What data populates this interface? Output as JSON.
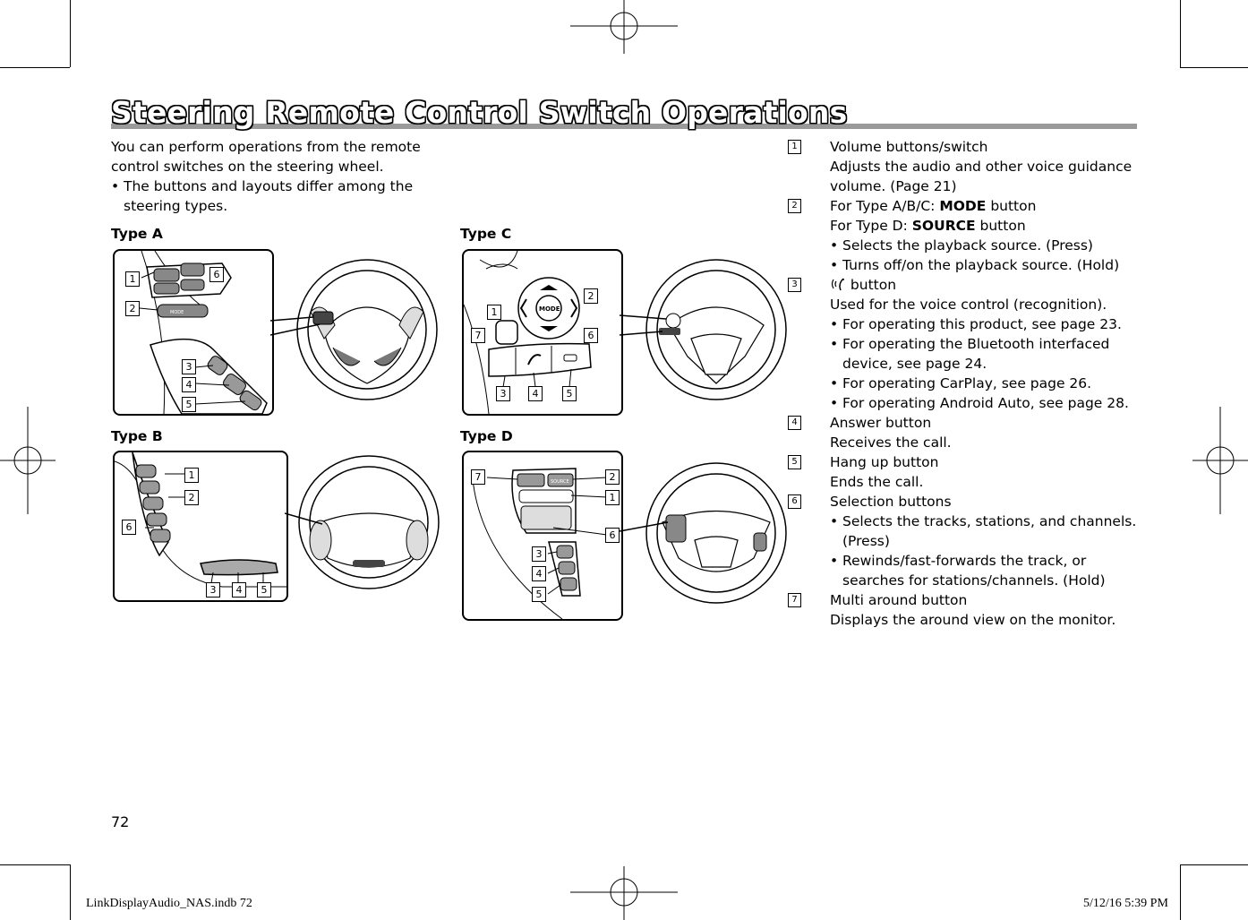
{
  "title": "Steering Remote Control Switch Operations",
  "intro": {
    "line": "You can perform operations from the remote control switches on the steering wheel.",
    "bullet": "The buttons and layouts differ among the steering types."
  },
  "types": {
    "a": "Type A",
    "b": "Type B",
    "c": "Type C",
    "d": "Type D"
  },
  "callouts": [
    "1",
    "2",
    "3",
    "4",
    "5",
    "6",
    "7"
  ],
  "items": [
    {
      "num": "1",
      "title": "Volume buttons/switch",
      "lines": [
        "Adjusts the audio and other voice guidance volume. (Page 21)"
      ]
    },
    {
      "num": "2",
      "title_prefix": "For Type A/B/C: ",
      "title_bold": "MODE",
      "title_suffix": " button",
      "line2_prefix": "For Type D: ",
      "line2_bold": "SOURCE",
      "line2_suffix": " button",
      "subs": [
        "Selects the playback source. (Press)",
        "Turns off/on the playback source. (Hold)"
      ]
    },
    {
      "num": "3",
      "title": " button",
      "lines": [
        "Used for the voice control (recognition)."
      ],
      "subs": [
        "For operating this product, see page 23.",
        "For operating the Bluetooth interfaced device, see page 24.",
        "For operating CarPlay, see page 26.",
        "For operating Android Auto, see page 28."
      ]
    },
    {
      "num": "4",
      "title": "Answer button",
      "lines": [
        "Receives the call."
      ]
    },
    {
      "num": "5",
      "title": "Hang up button",
      "lines": [
        "Ends the call."
      ]
    },
    {
      "num": "6",
      "title": "Selection buttons",
      "subs": [
        "Selects the tracks, stations, and channels. (Press)",
        "Rewinds/fast-forwards the track, or searches for stations/channels. (Hold)"
      ]
    },
    {
      "num": "7",
      "title": "Multi around button",
      "lines": [
        "Displays the around view on the monitor."
      ]
    }
  ],
  "page_number": "72",
  "footer": {
    "left": "LinkDisplayAudio_NAS.indb   72",
    "right": "5/12/16   5:39 PM"
  },
  "diagram_labels": {
    "mode": "MODE",
    "source": "SOURCE"
  }
}
